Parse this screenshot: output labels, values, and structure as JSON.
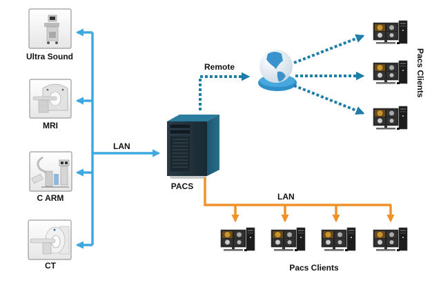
{
  "title": "PACS network diagram",
  "colors": {
    "lan_blue": "#3ea8e0",
    "remote_dotted": "#1e7ea8",
    "lan_orange": "#f0922a",
    "globe_blue": "#2f8fc8",
    "server_dark": "#1f3d4e"
  },
  "modalities": [
    {
      "label": "Ultra Sound",
      "icon": "ultrasound-machine-icon"
    },
    {
      "label": "MRI",
      "icon": "mri-scanner-icon"
    },
    {
      "label": "C ARM",
      "icon": "c-arm-icon"
    },
    {
      "label": "CT",
      "icon": "ct-scanner-icon"
    }
  ],
  "links": {
    "modality_lan_label": "LAN",
    "remote_label": "Remote",
    "client_lan_label": "LAN"
  },
  "server": {
    "label": "PACS",
    "icon": "server-tower-icon"
  },
  "internet": {
    "icon": "globe-icon"
  },
  "remote_clients": {
    "label": "Pacs Clients",
    "count": 3
  },
  "local_clients": {
    "label": "Pacs Clients",
    "count": 4
  }
}
